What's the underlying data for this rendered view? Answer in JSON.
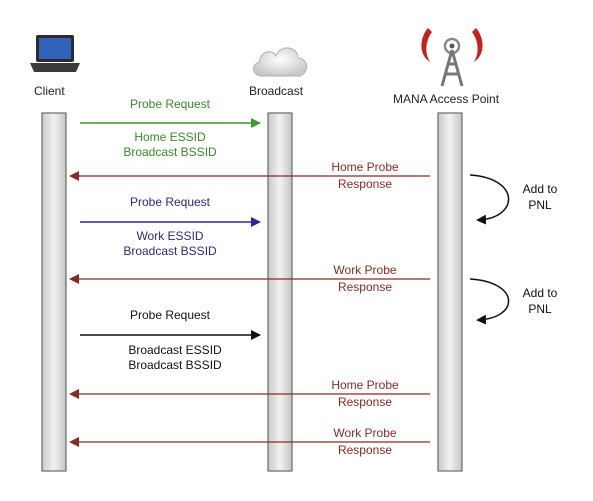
{
  "actors": {
    "client": "Client",
    "broadcast": "Broadcast",
    "ap": "MANA Access Point"
  },
  "messages": {
    "probe1": {
      "title": "Probe Request",
      "line1": "Home ESSID",
      "line2": "Broadcast BSSID"
    },
    "resp1": {
      "line1": "Home Probe",
      "line2": "Response"
    },
    "probe2": {
      "title": "Probe Request",
      "line1": "Work ESSID",
      "line2": "Broadcast BSSID"
    },
    "resp2": {
      "line1": "Work Probe",
      "line2": "Response"
    },
    "probe3": {
      "title": "Probe Request",
      "line1": "Broadcast ESSID",
      "line2": "Broadcast BSSID"
    },
    "resp3": {
      "line1": "Home Probe",
      "line2": "Response"
    },
    "resp4": {
      "line1": "Work Probe",
      "line2": "Response"
    }
  },
  "notes": {
    "add1": {
      "line1": "Add to",
      "line2": "PNL"
    },
    "add2": {
      "line1": "Add to",
      "line2": "PNL"
    }
  },
  "colors": {
    "probe1": "#3a9a2a",
    "probe2": "#2a2a90",
    "probe3": "#111111",
    "response": "#8b2a22"
  },
  "icons": {
    "client": "laptop-icon",
    "broadcast": "cloud-icon",
    "ap": "antenna-tower-icon"
  }
}
